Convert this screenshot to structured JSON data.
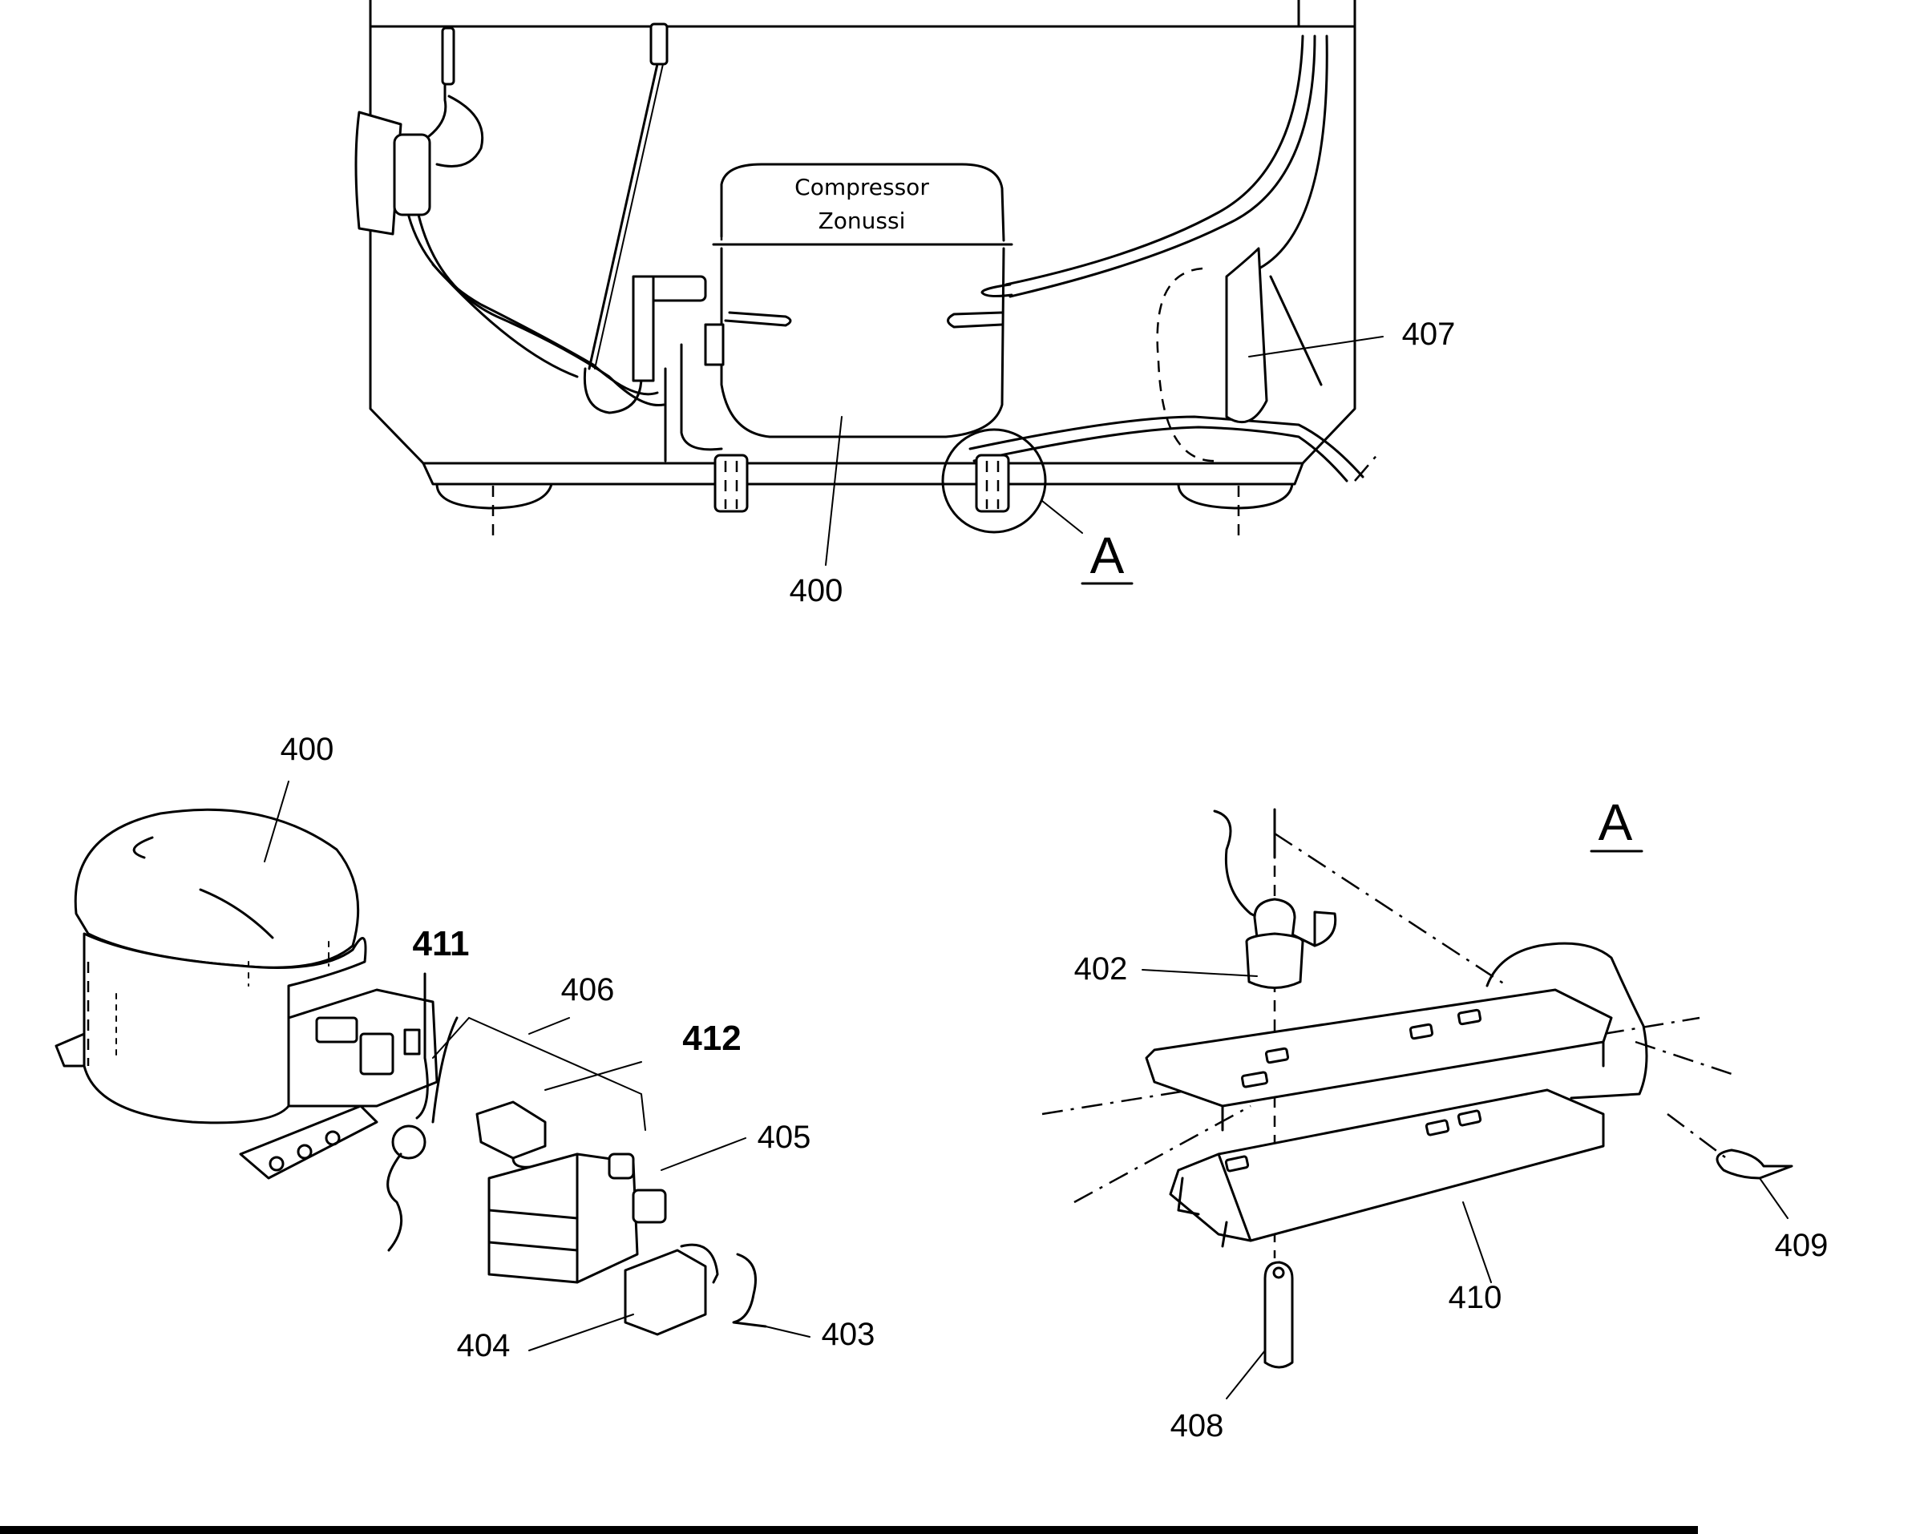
{
  "compressor_label": {
    "line1": "Compressor",
    "line2": "Zonussi"
  },
  "detail_marker": "A",
  "detail_title": "A",
  "callouts": {
    "c400_top": "400",
    "c407": "407",
    "c400_iso": "400",
    "c411": "411",
    "c406": "406",
    "c412": "412",
    "c405": "405",
    "c404": "404",
    "c403": "403",
    "c402": "402",
    "c408": "408",
    "c409": "409",
    "c410": "410"
  }
}
